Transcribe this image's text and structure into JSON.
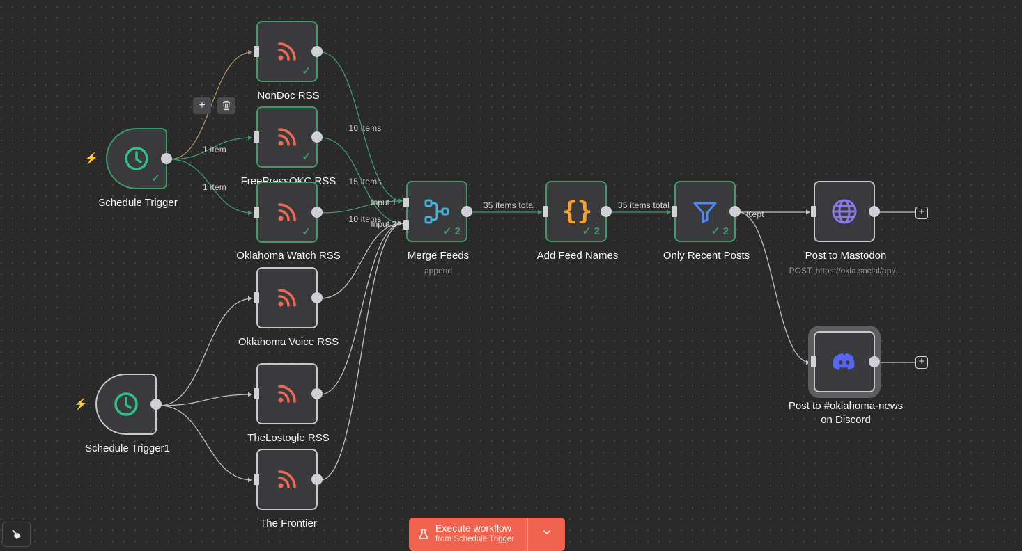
{
  "nodes": {
    "nondoc": {
      "label": "NonDoc RSS",
      "icon": "rss-icon",
      "status": "success"
    },
    "freepress": {
      "label": "FreePressOKC RSS",
      "icon": "rss-icon",
      "status": "success"
    },
    "okwatch": {
      "label": "Oklahoma Watch RSS",
      "icon": "rss-icon",
      "status": "success"
    },
    "okvoice": {
      "label": "Oklahoma Voice RSS",
      "icon": "rss-icon",
      "status": "idle"
    },
    "lostogle": {
      "label": "TheLostogle RSS",
      "icon": "rss-icon",
      "status": "idle"
    },
    "frontier": {
      "label": "The Frontier",
      "icon": "rss-icon",
      "status": "idle"
    },
    "trigger": {
      "label": "Schedule Trigger",
      "icon": "clock-icon",
      "status": "success"
    },
    "trigger1": {
      "label": "Schedule Trigger1",
      "icon": "clock-icon",
      "status": "idle"
    },
    "merge": {
      "label": "Merge Feeds",
      "subtitle": "append",
      "icon": "merge-icon",
      "status": "success",
      "run_count": "2",
      "inputs": [
        "Input 1",
        "Input 2"
      ]
    },
    "addnames": {
      "label": "Add Feed Names",
      "icon": "code-braces-icon",
      "status": "success",
      "run_count": "2"
    },
    "recent": {
      "label": "Only Recent Posts",
      "icon": "filter-icon",
      "status": "success",
      "run_count": "2"
    },
    "mastodon": {
      "label": "Post to Mastodon",
      "subtitle": "POST: https://okla.social/api/...",
      "icon": "globe-icon",
      "status": "idle"
    },
    "discord": {
      "label_line1": "Post to #oklahoma-news",
      "label_line2": "on Discord",
      "icon": "discord-icon",
      "status": "selected"
    }
  },
  "edge_labels": {
    "trigger_freepress": "1 item",
    "trigger_okwatch": "1 item",
    "nondoc_merge": "10 items",
    "freepress_merge": "15 items",
    "okwatch_merge": "10 items",
    "merge_addnames": "35 items total",
    "addnames_recent": "35 items total",
    "recent_kept": "Kept"
  },
  "check_mark": "✓",
  "colors": {
    "success": "#3f9a6a",
    "rss": "#ee6a55",
    "clock": "#2fbf8e",
    "merge": "#45b4d8",
    "braces": "#f3a232",
    "filter": "#4a8df0",
    "globe": "#8b7ae6",
    "discord": "#5865f2",
    "execute": "#f0634f"
  },
  "toolbar": {
    "execute_label": "Execute workflow",
    "execute_sub": "from Schedule Trigger"
  },
  "edge_tools": {
    "add": "+",
    "delete": "trash-icon"
  }
}
